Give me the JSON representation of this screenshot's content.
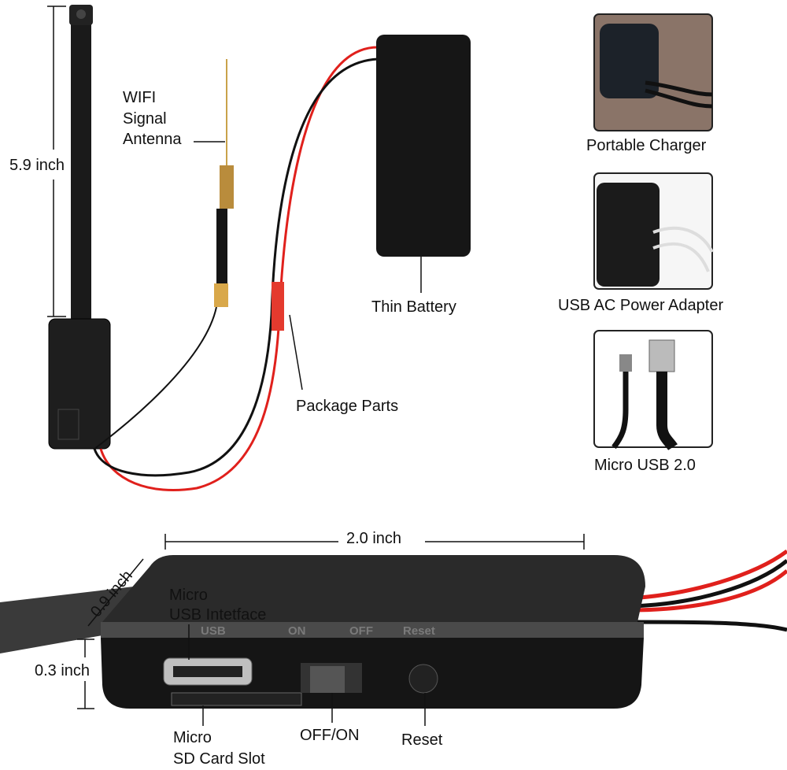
{
  "title": "Mini WiFi camera module package diagram",
  "labels": {
    "cable_length": "5.9 inch",
    "antenna_line1": "WIFI",
    "antenna_line2": "Signal",
    "antenna_line3": "Antenna",
    "battery": "Thin Battery",
    "package_parts": "Package Parts",
    "width": "2.0 inch",
    "depth": "0.9 inch",
    "height": "0.3 inch",
    "usb_interface_line1": "Micro",
    "usb_interface_line2": "USB Intetface",
    "sd_slot_line1": "Micro",
    "sd_slot_line2": "SD Card Slot",
    "switch": "OFF/ON",
    "reset": "Reset"
  },
  "accessories": [
    {
      "label": "Portable Charger",
      "icon": "power-bank-icon"
    },
    {
      "label": "USB AC Power Adapter",
      "icon": "wall-adapter-icon"
    },
    {
      "label": "Micro USB 2.0",
      "icon": "usb-cable-icon"
    }
  ],
  "device_panel": {
    "usb": "USB",
    "on": "ON",
    "off": "OFF",
    "reset": "Reset"
  },
  "colors": {
    "wire_red": "#e0201c",
    "device": "#1c1c1c"
  }
}
